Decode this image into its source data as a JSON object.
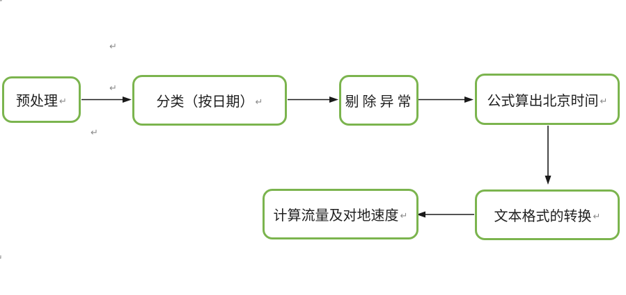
{
  "diagram": {
    "type": "flowchart",
    "steps": [
      {
        "id": "preprocessing",
        "label": "预处理",
        "eol": "↵"
      },
      {
        "id": "classify-by-date",
        "label": "分类（按日期）",
        "eol": "↵"
      },
      {
        "id": "remove-anomalies",
        "label": "剔 除 异 常",
        "eol": ""
      },
      {
        "id": "compute-beijing-time",
        "label": "公式算出北京时间",
        "eol": "↵"
      },
      {
        "id": "text-format-conversion",
        "label": "文本格式的转换",
        "eol": "↵"
      },
      {
        "id": "compute-flow-and-ground-speed",
        "label": "计算流量及对地速度",
        "eol": "↵"
      }
    ],
    "connections": [
      {
        "from": "preprocessing",
        "to": "classify-by-date",
        "direction": "right"
      },
      {
        "from": "classify-by-date",
        "to": "remove-anomalies",
        "direction": "right"
      },
      {
        "from": "remove-anomalies",
        "to": "compute-beijing-time",
        "direction": "right"
      },
      {
        "from": "compute-beijing-time",
        "to": "text-format-conversion",
        "direction": "down"
      },
      {
        "from": "text-format-conversion",
        "to": "compute-flow-and-ground-speed",
        "direction": "left"
      }
    ]
  },
  "formatting_marks": {
    "char": "↵"
  },
  "colors": {
    "page_background": "#ffffff",
    "box_border": "#7bb44e",
    "box_fill": "#ffffff",
    "box_text": "#1f1f1f",
    "arrow": "#1a1a1a",
    "format_mark": "#8a8a8a"
  }
}
